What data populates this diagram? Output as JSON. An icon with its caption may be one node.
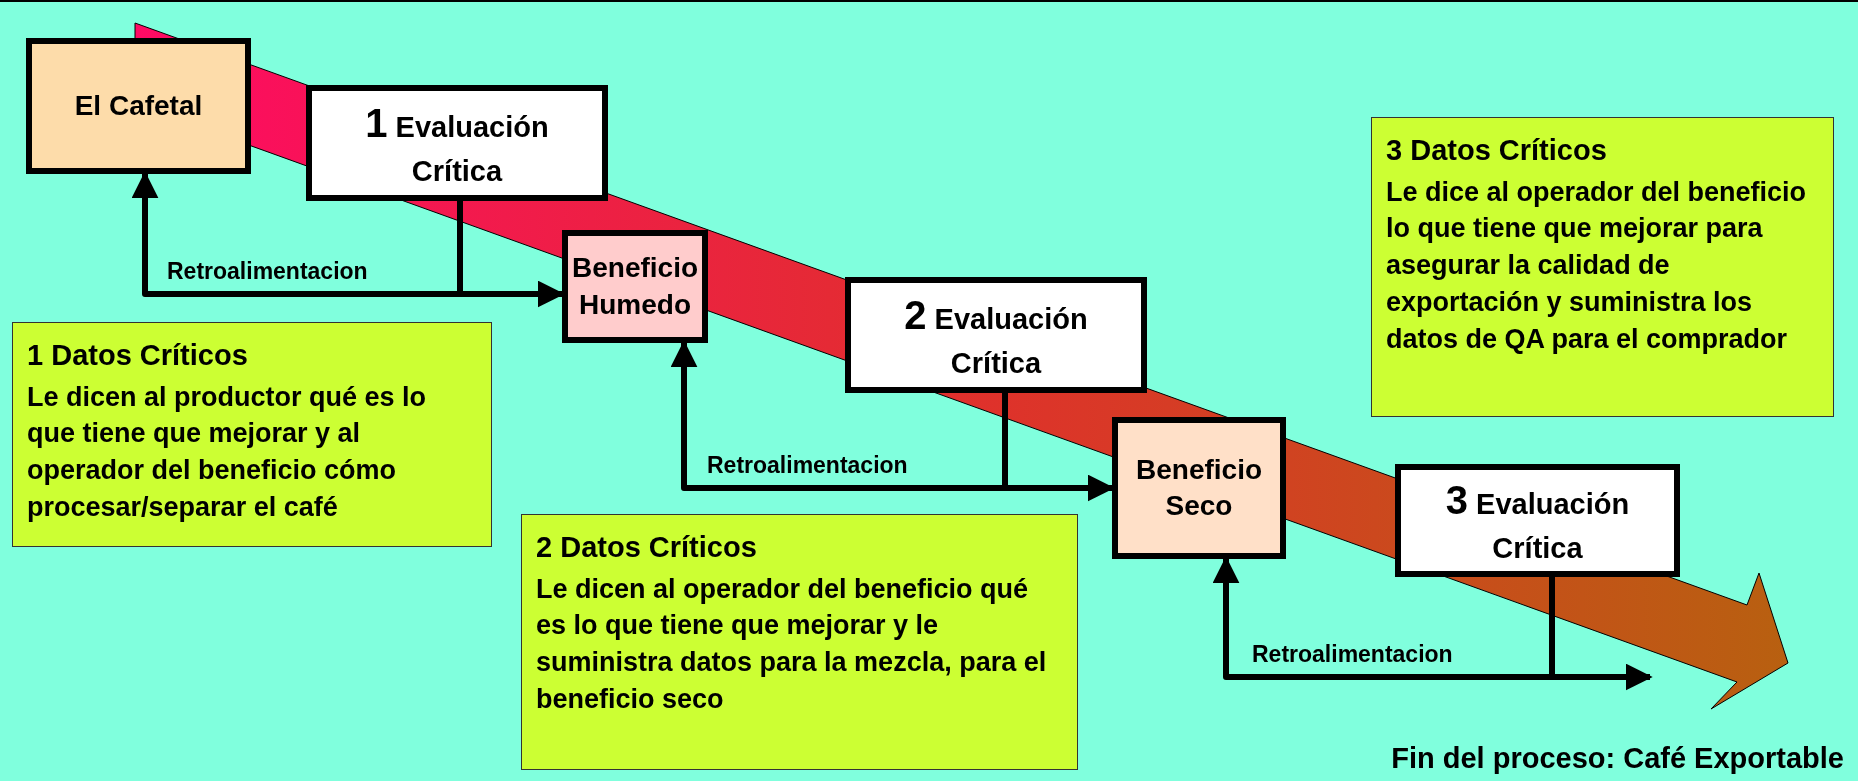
{
  "diagram": {
    "nodes": [
      {
        "text": [
          "El Cafetal"
        ]
      },
      {
        "text": [
          "1 Evaluación Crítica"
        ]
      },
      {
        "text": [
          "Beneficio Humedo"
        ]
      },
      {
        "text": [
          "2 Evaluación Crítica"
        ]
      },
      {
        "text": [
          "Beneficio Seco"
        ]
      },
      {
        "text": [
          "3 Evaluación Crítica"
        ]
      },
      {
        "text": [
          "1 Datos Críticos",
          "Le dicen al productor qué es lo que tiene que mejorar y al operador del beneficio cómo procesar/separar el café"
        ]
      },
      {
        "text": [
          "2 Datos Críticos",
          "Le dicen al operador del beneficio qué es lo que tiene que mejorar y le suministra datos para la mezcla, para el beneficio seco"
        ]
      },
      {
        "text": [
          "3 Datos Críticos",
          "Le dice al operador del beneficio lo que tiene que mejorar para asegurar la calidad de exportación y suministra los datos de QA para el comprador"
        ]
      }
    ],
    "edges": [
      {
        "from": 1,
        "to": 0,
        "arrow": "to",
        "label": "Retroalimentacion"
      },
      {
        "from": 1,
        "to": 2,
        "arrow": "to"
      },
      {
        "from": 3,
        "to": 2,
        "arrow": "to",
        "label": "Retroalimentacion"
      },
      {
        "from": 3,
        "to": 4,
        "arrow": "to"
      },
      {
        "from": 5,
        "to": 4,
        "arrow": "to",
        "label": "Retroalimentacion"
      },
      {
        "from": 5,
        "to": null,
        "arrow": "to"
      },
      {
        "from": 0,
        "to": null,
        "arrow": "to",
        "style": "thick",
        "color": "#e0302c"
      }
    ],
    "labels": [
      "Fin del proceso: Café Exportable"
    ]
  }
}
